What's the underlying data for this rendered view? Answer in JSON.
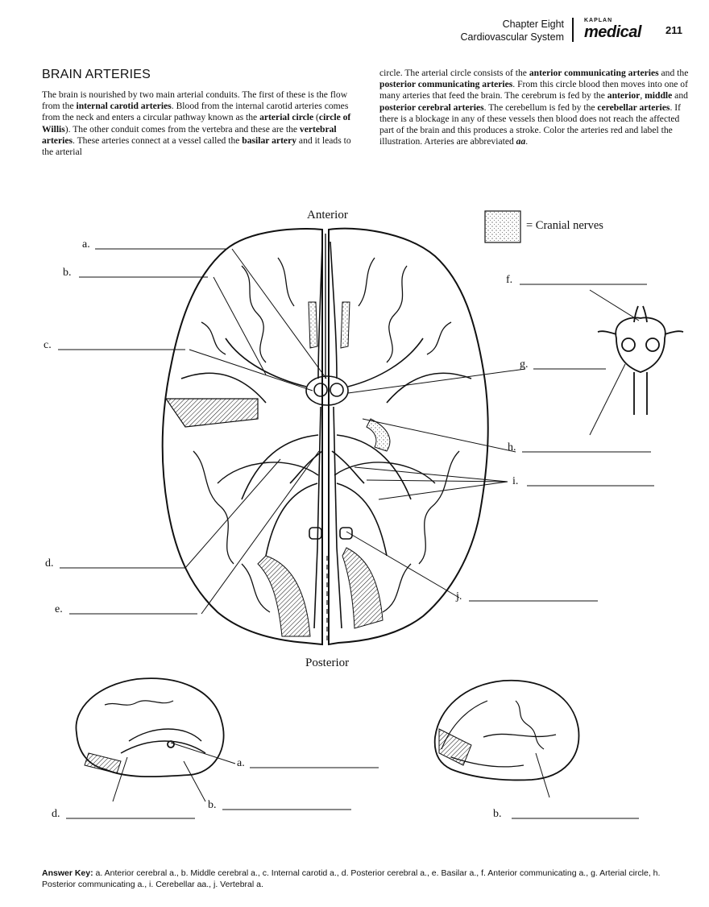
{
  "header": {
    "chapter": "Chapter Eight",
    "section": "Cardiovascular System",
    "brand_small": "KAPLAN",
    "brand_big": "medical",
    "page_number": "211"
  },
  "title": "BRAIN ARTERIES",
  "intro": {
    "col1": [
      {
        "t": "The brain is nourished by two main arterial conduits. The first of these is the flow from the "
      },
      {
        "b": "internal carotid arteries"
      },
      {
        "t": ". Blood from the internal carotid arteries comes from the neck and enters a circular pathway known as the "
      },
      {
        "b": "arterial circle"
      },
      {
        "t": " ("
      },
      {
        "b": "circle of Willis"
      },
      {
        "t": "). The other conduit comes from the vertebra and these are the "
      },
      {
        "b": "vertebral arteries"
      },
      {
        "t": ". These arteries connect at a vessel called the "
      },
      {
        "b": "basilar artery"
      },
      {
        "t": " and it leads to the arterial"
      }
    ],
    "col2": [
      {
        "t": "circle. The arterial circle consists of the "
      },
      {
        "b": "anterior communicating arteries"
      },
      {
        "t": " and the "
      },
      {
        "b": "posterior communicating arteries"
      },
      {
        "t": ". From this circle blood then moves into one of many arteries that feed the brain. The cerebrum is fed by the "
      },
      {
        "b": "anterior"
      },
      {
        "t": ", "
      },
      {
        "b": "middle"
      },
      {
        "t": " and "
      },
      {
        "b": "posterior cerebral arteries"
      },
      {
        "t": ". The cerebellum is fed by the "
      },
      {
        "b": "cerebellar arteries"
      },
      {
        "t": ". If there is a blockage in any of these vessels then blood does not reach the affected part of the brain and this produces a stroke. Color the arteries red and label the illustration. Arteries are abbreviated "
      },
      {
        "i": "aa"
      },
      {
        "t": "."
      }
    ]
  },
  "figure": {
    "anterior": "Anterior",
    "posterior": "Posterior",
    "legend": "= Cranial nerves",
    "labels": {
      "a": "a.",
      "b": "b.",
      "c": "c.",
      "d": "d.",
      "e": "e.",
      "f": "f.",
      "g": "g.",
      "h": "h.",
      "i": "i.",
      "j": "j.",
      "sag_a": "a.",
      "sag_b": "b.",
      "sag_d": "d.",
      "lat_b": "b."
    }
  },
  "answer_key": {
    "label": "Answer Key:",
    "text": " a. Anterior cerebral a., b. Middle cerebral a., c. Internal carotid a., d. Posterior cerebral a.,  e. Basilar a., f. Anterior communicating a., g. Arterial circle, h. Posterior communicating a., i. Cerebellar aa., j. Vertebral a."
  }
}
